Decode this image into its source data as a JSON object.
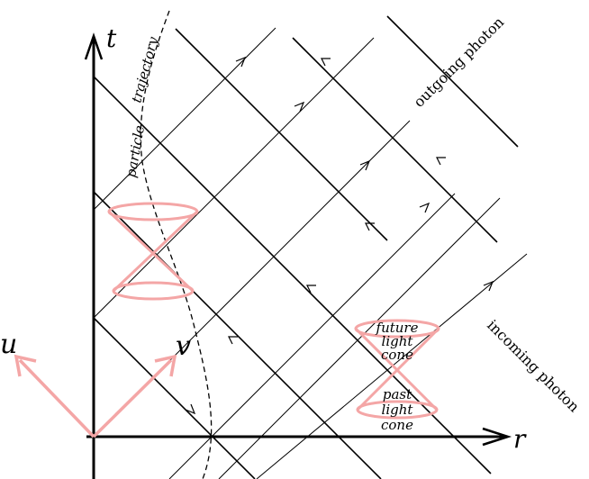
{
  "axes": {
    "t": "t",
    "r": "r",
    "u": "u",
    "v": "v"
  },
  "labels": {
    "trajectory": "trajectory",
    "particle": "particle",
    "outgoing_photon": "outgoing photon",
    "incoming_photon": "incoming photon",
    "future_cone": [
      "future",
      "light",
      "cone"
    ],
    "past_cone": [
      "past",
      "light",
      "cone"
    ]
  },
  "colors": {
    "lines": "#000000",
    "light_cone": "#f4a6a6",
    "background": "#ffffff"
  }
}
